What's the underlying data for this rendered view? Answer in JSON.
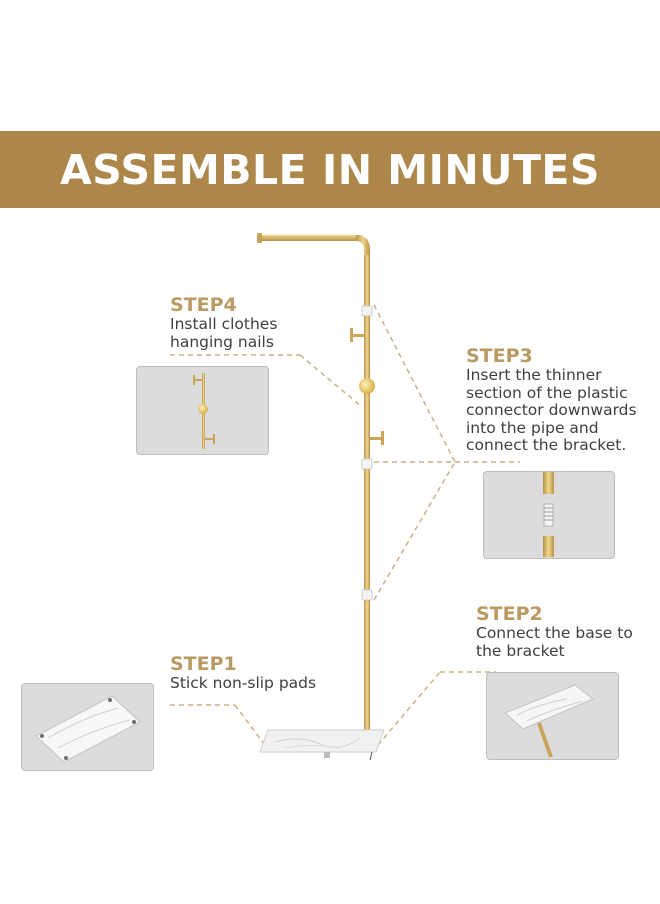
{
  "banner": {
    "title": "ASSEMBLE IN MINUTES",
    "color": "#ad864a"
  },
  "colors": {
    "gold": "#d6b05a",
    "step_title": "#b99a62",
    "text": "#3f3f3f",
    "card": "#dcdcdc"
  },
  "steps": [
    {
      "title": "STEP4",
      "description": "Install clothes\nhanging nails"
    },
    {
      "title": "STEP3",
      "description": "Insert the thinner\nsection of the plastic\nconnector downwards\ninto the pipe and\nconnect the bracket."
    },
    {
      "title": "STEP2",
      "description": "Connect the base to\nthe bracket"
    },
    {
      "title": "STEP1",
      "description": "Stick non-slip pads"
    }
  ]
}
